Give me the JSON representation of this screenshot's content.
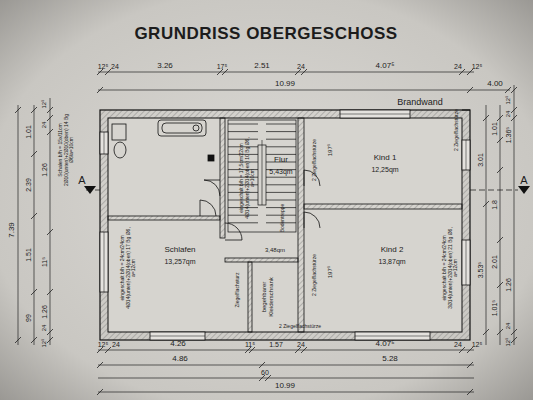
{
  "diagram": {
    "title": "GRUNDRISS OBERGESCHOSS",
    "labels": [
      "12⁵",
      "24",
      "3.26",
      "17⁵",
      "2.51",
      "24",
      "4.07⁵",
      "24",
      "12⁵",
      "10.99",
      "4.00",
      "Brandwand",
      "12⁵",
      "24",
      "4.26",
      "11⁵",
      "1.57",
      "24",
      "4.07⁵",
      "24",
      "12⁵",
      "4.86",
      "5.28",
      "60",
      "10.99",
      "7.39",
      "1.01",
      "2.39",
      "1.51",
      "99",
      "12⁵",
      "24",
      "1.26",
      "11⁵",
      "1.26",
      "24",
      "12⁵",
      "3.01",
      "3.53⁵",
      "1.01",
      "1.8",
      "2.01",
      "1.01⁵",
      "12⁵",
      "24",
      "1.36⁵",
      "1.26",
      "24",
      "12⁵",
      "A",
      "A",
      "Kind 1",
      "12,25qm",
      "Kind 2",
      "13,87qm",
      "Flur",
      "5,43qm",
      "Schlafen",
      "13,257qm",
      "Bodentreppe",
      "begehbarer Kleiderschrank",
      "3,48qm",
      "2 Ziegelflachstürze",
      "2 Ziegelflachstürze",
      "2 Ziegelflachstürze",
      "2 Ziegelflachstürze",
      "Ziegelflachsturz",
      "eingeschalt b/h = 17,5cm/22cm 4Ø14(unten)+2Ø14(oben) 10 Bg Ø6, a=10cm",
      "Schalen b/h = 15x/11cm 2Ø10(unten)+2Ø10(oben) 14 Bg Ø6/a=10cm",
      "eingeschalt b/h = 24cm/24cm 4Ø14(unten)+2Ø14(oben) 17 Bg Ø6, a=12cm",
      "eingeschalt b/h = 24cm/24cm 3Ø14(unten)+2Ø14(oben) 21 Bg Ø6, a=12cm",
      "197⁵",
      "197⁵"
    ]
  }
}
